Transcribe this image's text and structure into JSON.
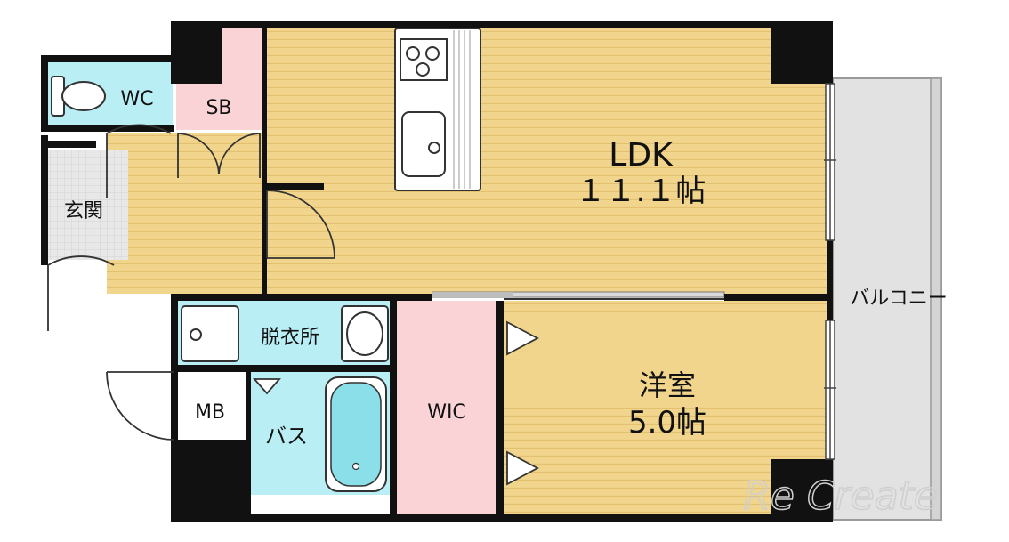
{
  "rooms": {
    "wc": "WC",
    "sb": "SB",
    "entrance": "玄関",
    "ldk_name": "LDK",
    "ldk_size": "１１.１帖",
    "washroom": "脱衣所",
    "mb": "MB",
    "bath": "バス",
    "wic": "WIC",
    "western_name": "洋室",
    "western_size": "5.0帖",
    "balcony": "バルコニー"
  },
  "watermark": "Re Create",
  "colors": {
    "wall": "#111111",
    "floor_wood": "#f1d58c",
    "floor_stripe": "#e3c171",
    "wet_area": "#b9eef5",
    "closet_pink": "#f9d3d6",
    "balcony": "#e2e2e2",
    "entrance_tile": "#e6e6e6"
  }
}
